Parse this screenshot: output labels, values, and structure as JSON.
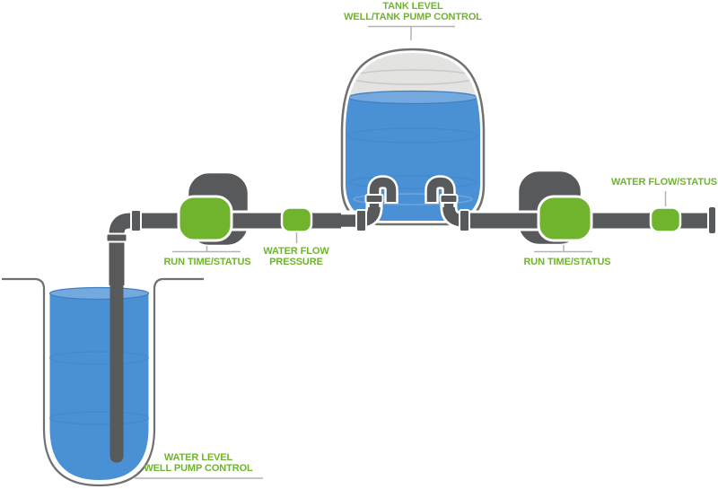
{
  "diagram": {
    "type": "well-and-tank-water-pump-system",
    "labels": {
      "tank": {
        "line1": "TANK LEVEL",
        "line2": "WELL/TANK PUMP CONTROL"
      },
      "pump_left_runtime": "RUN TIME/STATUS",
      "flow_pressure": {
        "line1": "WATER FLOW",
        "line2": "PRESSURE"
      },
      "pump_right_runtime": "RUN TIME/STATUS",
      "flow_status": "WATER FLOW/STATUS",
      "well": {
        "line1": "WATER LEVEL",
        "line2": "WELL PUMP CONTROL"
      }
    },
    "components": [
      "well",
      "well-pump-riser-pipe",
      "left-pump",
      "left-pump-runtime-sensor",
      "water-flow-pressure-sensor",
      "storage-tank",
      "right-pump",
      "right-pump-runtime-sensor",
      "water-flow-status-sensor",
      "pipe-end-cap"
    ],
    "colors": {
      "accent_green": "#6fb42c",
      "pipe_gray": "#58595b",
      "water_blue": "#4a90d5",
      "water_surface_blue": "#74a9df",
      "water_line_blue": "#4080c2",
      "tank_air_gray": "#e3e3e2",
      "label_line_gray": "#b3b3b3",
      "ground_gray": "#6f7072"
    }
  }
}
